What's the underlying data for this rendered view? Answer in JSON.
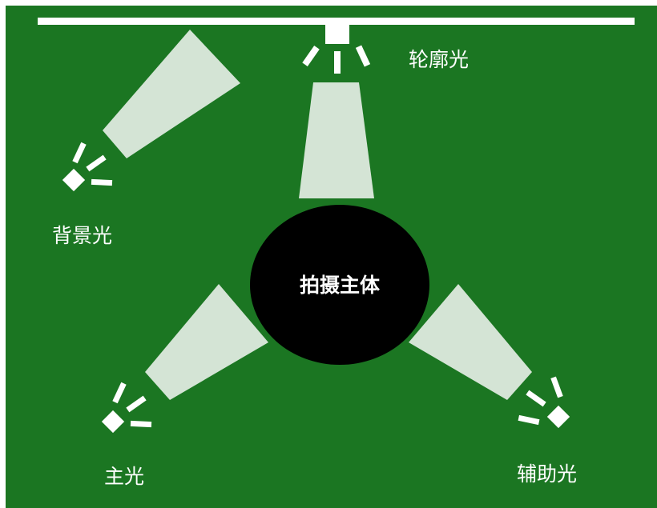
{
  "colors": {
    "background": "#1b7622",
    "beam": "#d4e4d5",
    "fixture": "#ffffff",
    "subject": "#000000",
    "text": "#ffffff"
  },
  "subject": {
    "label": "拍摄主体"
  },
  "lights": {
    "rim": {
      "label": "轮廓光"
    },
    "background": {
      "label": "背景光"
    },
    "key": {
      "label": "主光"
    },
    "fill": {
      "label": "辅助光"
    }
  }
}
